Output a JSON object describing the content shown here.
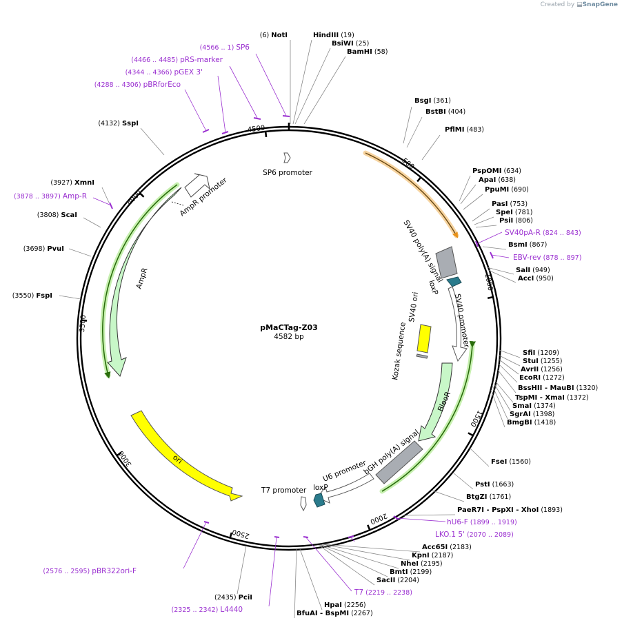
{
  "credit": {
    "prefix": "Created by",
    "brand": "SnapGene"
  },
  "plasmid": {
    "name": "pMaCTag-Z03",
    "length_label": "4582 bp",
    "length": 4582
  },
  "ticks": [
    "500",
    "1000",
    "1500",
    "2000",
    "2500",
    "3000",
    "3500",
    "4000",
    "4500"
  ],
  "sites": [
    {
      "name": "NotI",
      "pos": "(6)"
    },
    {
      "name": "HindIII",
      "pos": "(19)"
    },
    {
      "name": "BsiWI",
      "pos": "(25)"
    },
    {
      "name": "BamHI",
      "pos": "(58)"
    },
    {
      "name": "BsgI",
      "pos": "(361)"
    },
    {
      "name": "BstBI",
      "pos": "(404)"
    },
    {
      "name": "PflMI",
      "pos": "(483)"
    },
    {
      "name": "PspOMI",
      "pos": "(634)"
    },
    {
      "name": "ApaI",
      "pos": "(638)"
    },
    {
      "name": "PpuMI",
      "pos": "(690)"
    },
    {
      "name": "PasI",
      "pos": "(753)"
    },
    {
      "name": "SpeI",
      "pos": "(781)"
    },
    {
      "name": "PsiI",
      "pos": "(806)"
    },
    {
      "name": "BsmI",
      "pos": "(867)"
    },
    {
      "name": "SalI",
      "pos": "(949)"
    },
    {
      "name": "AccI",
      "pos": "(950)"
    },
    {
      "name": "SfiI",
      "pos": "(1209)"
    },
    {
      "name": "StuI",
      "pos": "(1255)"
    },
    {
      "name": "AvrII",
      "pos": "(1256)"
    },
    {
      "name": "EcoRI",
      "pos": "(1272)"
    },
    {
      "name": "BssHII - MauBI",
      "pos": "(1320)"
    },
    {
      "name": "TspMI - XmaI",
      "pos": "(1372)"
    },
    {
      "name": "SmaI",
      "pos": "(1374)"
    },
    {
      "name": "SgrAI",
      "pos": "(1398)"
    },
    {
      "name": "BmgBI",
      "pos": "(1418)"
    },
    {
      "name": "FseI",
      "pos": "(1560)"
    },
    {
      "name": "PstI",
      "pos": "(1663)"
    },
    {
      "name": "BtgZI",
      "pos": "(1761)"
    },
    {
      "name": "PaeR7I - PspXI - XhoI",
      "pos": "(1893)"
    },
    {
      "name": "Acc65I",
      "pos": "(2183)"
    },
    {
      "name": "KpnI",
      "pos": "(2187)"
    },
    {
      "name": "NheI",
      "pos": "(2195)"
    },
    {
      "name": "BmtI",
      "pos": "(2199)"
    },
    {
      "name": "SacII",
      "pos": "(2204)"
    },
    {
      "name": "HpaI",
      "pos": "(2256)"
    },
    {
      "name": "BfuAI - BspMI",
      "pos": "(2267)"
    },
    {
      "name": "PciI",
      "pos": "(2435)"
    },
    {
      "name": "FspI",
      "pos": "(3550)"
    },
    {
      "name": "PvuI",
      "pos": "(3698)"
    },
    {
      "name": "ScaI",
      "pos": "(3808)"
    },
    {
      "name": "XmnI",
      "pos": "(3927)"
    },
    {
      "name": "SspI",
      "pos": "(4132)"
    }
  ],
  "primers": [
    {
      "name": "SP6",
      "pos": "(4566 .. 1)"
    },
    {
      "name": "pRS-marker",
      "pos": "(4466 .. 4485)"
    },
    {
      "name": "pGEX 3'",
      "pos": "(4344 .. 4366)"
    },
    {
      "name": "pBRforEco",
      "pos": "(4288 .. 4306)"
    },
    {
      "name": "SV40pA-R",
      "pos": "(824 .. 843)"
    },
    {
      "name": "EBV-rev",
      "pos": "(878 .. 897)"
    },
    {
      "name": "hU6-F",
      "pos": "(1899 .. 1919)"
    },
    {
      "name": "LKO.1 5'",
      "pos": "(2070 .. 2089)"
    },
    {
      "name": "T7",
      "pos": "(2219 .. 2238)"
    },
    {
      "name": "L4440",
      "pos": "(2325 .. 2342)"
    },
    {
      "name": "pBR322ori-F",
      "pos": "(2576 .. 2595)"
    },
    {
      "name": "Amp-R",
      "pos": "(3878 .. 3897)"
    }
  ],
  "features": [
    {
      "label": "SP6 promoter"
    },
    {
      "label": "AmpR promoter"
    },
    {
      "label": "AmpR"
    },
    {
      "label": "SV40 poly(A) signal"
    },
    {
      "label": "loxP"
    },
    {
      "label": "SV40 promoter"
    },
    {
      "label": "SV40 ori"
    },
    {
      "label": "Kozak sequence"
    },
    {
      "label": "BleoR"
    },
    {
      "label": "bGH poly(A) signal"
    },
    {
      "label": "U6 promoter"
    },
    {
      "label": "loxP"
    },
    {
      "label": "T7 promoter"
    },
    {
      "label": "ori"
    }
  ],
  "colors": {
    "primer": "#9a2fd0",
    "ampr": "#c8f7c8",
    "ori": "#ffff00",
    "polyA": "#a9adb3",
    "loxp": "#2a7b8c",
    "orf_highlight_green": "#3a8a10",
    "orf_highlight_orange": "#e8921a"
  }
}
